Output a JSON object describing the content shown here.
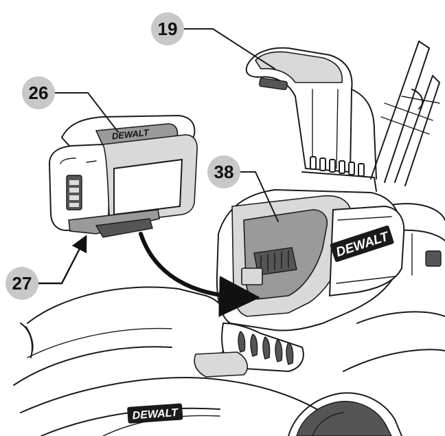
{
  "callouts": {
    "c19": {
      "label": "19",
      "color": "#c8c8c8"
    },
    "c26": {
      "label": "26",
      "color": "#c8c8c8"
    },
    "c27": {
      "label": "27",
      "color": "#c8c8c8"
    },
    "c38": {
      "label": "38",
      "color": "#c8c8c8"
    }
  },
  "branding": {
    "battery_logo": "DEWALT",
    "mower_logo": "DEWALT",
    "deck_logo": "DEWALT"
  },
  "icons": {
    "arrow": "curved-insert-arrow",
    "battery": "battery-pack-icon",
    "mower": "lawn-mower-icon"
  }
}
